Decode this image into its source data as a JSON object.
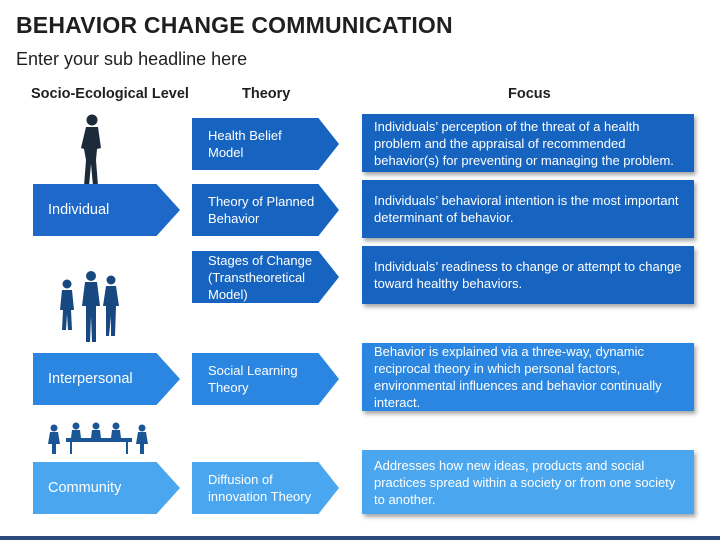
{
  "title": "BEHAVIOR CHANGE COMMUNICATION",
  "subtitle": "Enter your sub headline here",
  "headers": {
    "level": "Socio-Ecological Level",
    "theory": "Theory",
    "focus": "Focus"
  },
  "levels": [
    {
      "label": "Individual",
      "color": "#1d68c8"
    },
    {
      "label": "Interpersonal",
      "color": "#2a86e0"
    },
    {
      "label": "Community",
      "color": "#4aa6ee"
    }
  ],
  "rows": [
    {
      "theory": "Health Belief Model",
      "focus": "Individuals’ perception of the threat of a health problem and the appraisal of recommended behavior(s) for preventing or managing the problem.",
      "color": "#1764c0"
    },
    {
      "theory": "Theory of Planned Behavior",
      "focus": "Individuals’ behavioral intention is the most important determinant of behavior.",
      "color": "#1764c0"
    },
    {
      "theory": "Stages of Change (Transtheoretical Model)",
      "focus": "Individuals’ readiness to change or attempt to change toward healthy behaviors.",
      "color": "#1764c0"
    },
    {
      "theory": "Social Learning Theory",
      "focus": "Behavior is explained via a three-way, dynamic reciprocal theory in which personal factors, environmental influences and behavior continually interact.",
      "color": "#2a86e0"
    },
    {
      "theory": "Diffusion of innovation Theory",
      "focus": "Addresses how new ideas, products and social practices spread within a society or from one society to another.",
      "color": "#4aa6ee"
    }
  ],
  "icons": {
    "individual": "single-person-icon",
    "interpersonal": "group-of-people-icon",
    "community": "meeting-table-icon"
  }
}
